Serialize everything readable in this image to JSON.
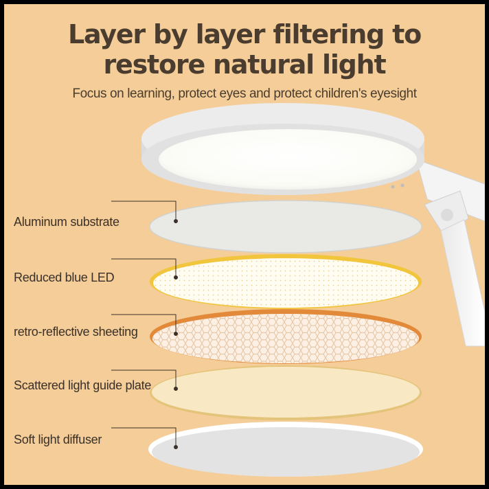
{
  "headline": {
    "line1": "Layer by layer filtering to",
    "line2": "restore natural light"
  },
  "subheadline": "Focus on learning, protect eyes and protect children's eyesight",
  "layers": [
    {
      "label": "Aluminum substrate"
    },
    {
      "label": "Reduced blue LED"
    },
    {
      "label": "retro-reflective sheeting"
    },
    {
      "label": "Scattered light guide plate"
    },
    {
      "label": "Soft light diffuser"
    }
  ],
  "colors": {
    "background": "#f4cd98",
    "text": "#4a3c2e",
    "lamp_body": "#e6e6e6",
    "led_ring": "#f1c53c",
    "reflective_ring": "#e28a3a",
    "guide_ring": "#e3c47a"
  }
}
